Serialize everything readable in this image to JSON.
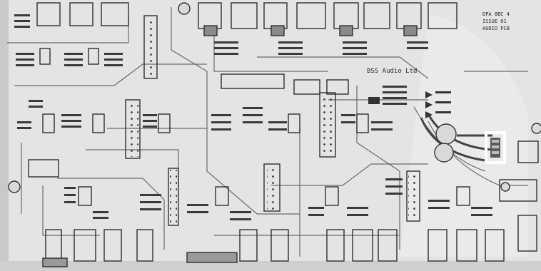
{
  "board": {
    "brand_text": "BSS Audio Ltd",
    "label_lines": [
      "DPA 8BC 4",
      "ISSUE 01",
      "AUDIO PCB"
    ],
    "board_color": "#e4e4e2",
    "trace_color": "#5a5a5a",
    "highlight_color": "#ffffff"
  }
}
